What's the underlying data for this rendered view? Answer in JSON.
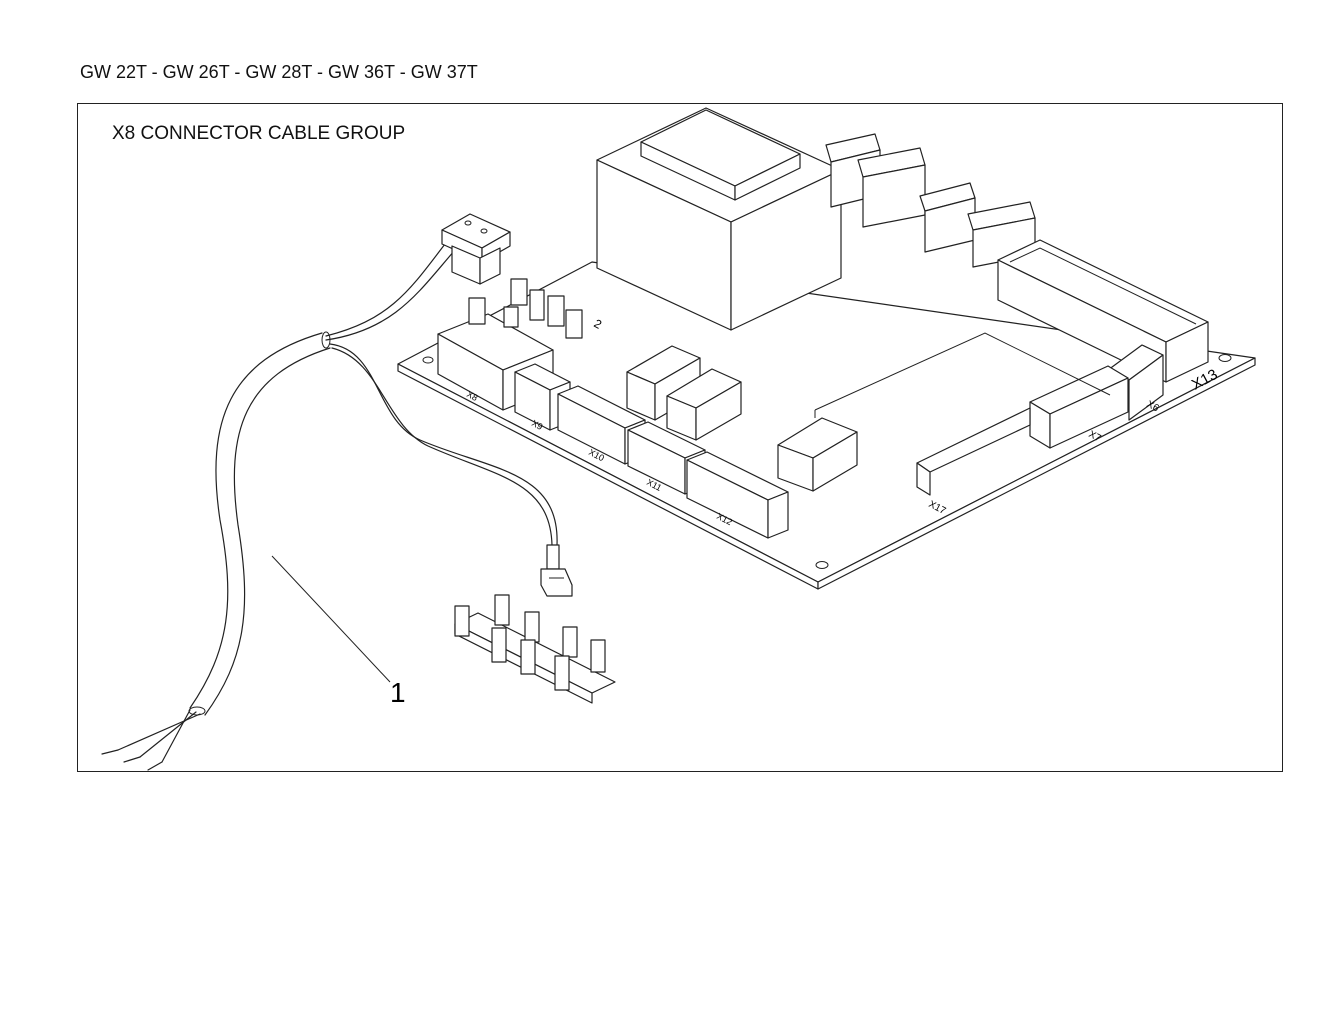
{
  "header": {
    "models": "GW 22T - GW 26T - GW 28T - GW 36T - GW 37T"
  },
  "diagram": {
    "title": "X8 CONNECTOR CABLE GROUP",
    "callouts": [
      {
        "label": "1",
        "part": "cable"
      }
    ],
    "board_labels": {
      "x13": "X13",
      "x17": "X17",
      "x6": "X6",
      "x7": "X7",
      "x8": "X8",
      "x9": "X9",
      "x10": "X10",
      "x11": "X11",
      "x12": "X12",
      "x2": "2"
    }
  }
}
